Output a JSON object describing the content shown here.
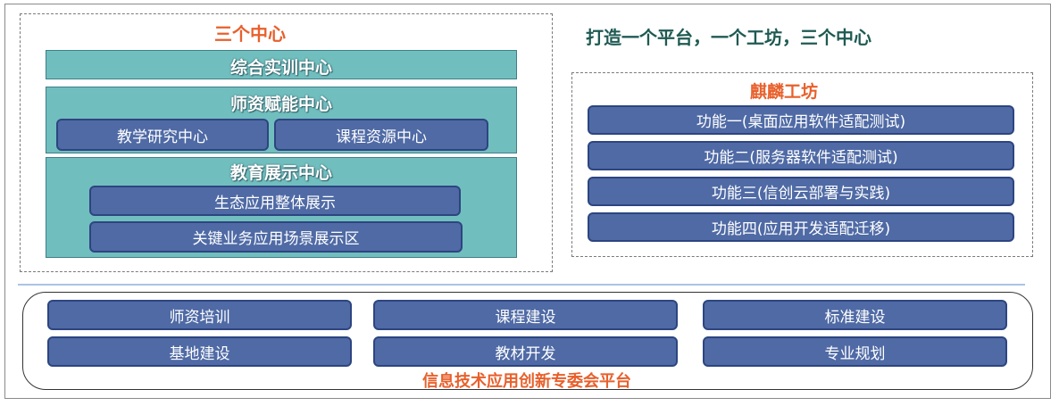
{
  "left_panel": {
    "title": "三个中心",
    "center_training": "综合实训中心",
    "center_teacher": {
      "title": "师资赋能中心",
      "items": [
        "教学研究中心",
        "课程资源中心"
      ]
    },
    "center_showcase": {
      "title": "教育展示中心",
      "items": [
        "生态应用整体展示",
        "关键业务应用场景展示区"
      ]
    }
  },
  "heading": "打造一个平台，一个工坊，三个中心",
  "workshop": {
    "title": "麒麟工坊",
    "functions": [
      "功能一(桌面应用软件适配测试)",
      "功能二(服务器软件适配测试)",
      "功能三(信创云部署与实践)",
      "功能四(应用开发适配迁移)"
    ]
  },
  "platform": {
    "row1": [
      "师资培训",
      "课程建设",
      "标准建设"
    ],
    "row2": [
      "基地建设",
      "教材开发",
      "专业规划"
    ],
    "title": "信息技术应用创新专委会平台"
  },
  "colors": {
    "orange": "#e8602c",
    "teal": "#71bebf",
    "blue_pill": "#4f6aa5",
    "heading_green": "#1e5a52"
  }
}
